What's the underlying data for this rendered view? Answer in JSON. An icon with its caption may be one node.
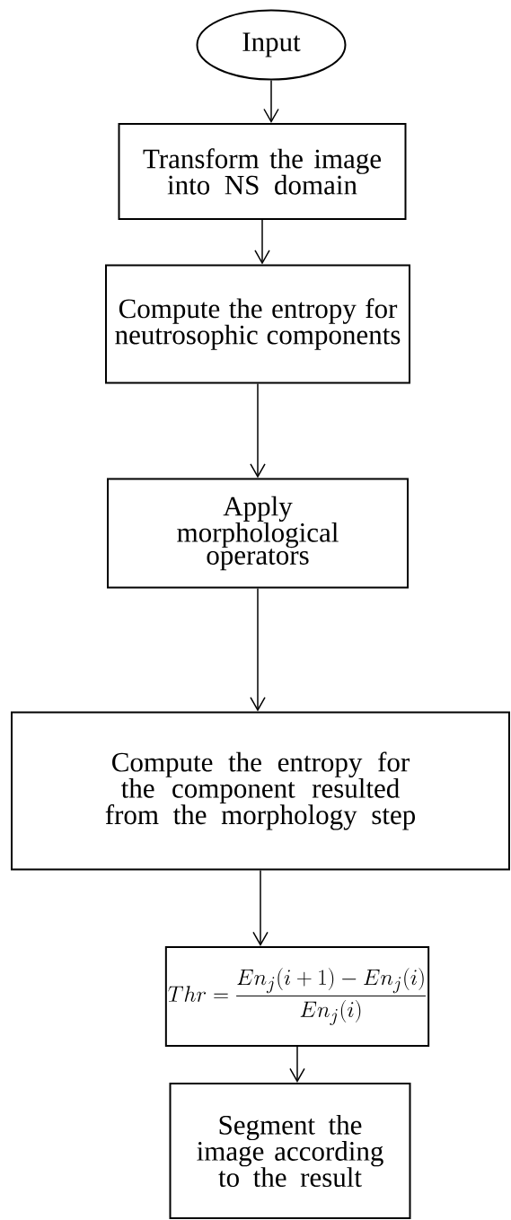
{
  "diagram": {
    "nodes": [
      {
        "text": [
          "Input"
        ]
      },
      {
        "text": [
          "Transform the image into NS domain"
        ]
      },
      {
        "text": [
          "Compute the entropy for neutrosophic components"
        ]
      },
      {
        "text": [
          "Apply morphological operators"
        ]
      },
      {
        "text": [
          "Compute the entropy for the component resulted from the morphology step"
        ]
      },
      {
        "text": [
          "Thr=\\frac{En_j(i+1)-En_j(i)}{En_j(i)}"
        ]
      },
      {
        "text": [
          "Segment the image according to the result"
        ]
      }
    ],
    "edges": [
      {
        "from": 0,
        "to": 1,
        "arrow": "to"
      },
      {
        "from": 1,
        "to": 2,
        "arrow": "to"
      },
      {
        "from": 2,
        "to": 3,
        "arrow": "to"
      },
      {
        "from": 3,
        "to": 4,
        "arrow": "to"
      },
      {
        "from": 4,
        "to": 5,
        "arrow": "to"
      },
      {
        "from": 5,
        "to": 6,
        "arrow": "to"
      }
    ]
  }
}
